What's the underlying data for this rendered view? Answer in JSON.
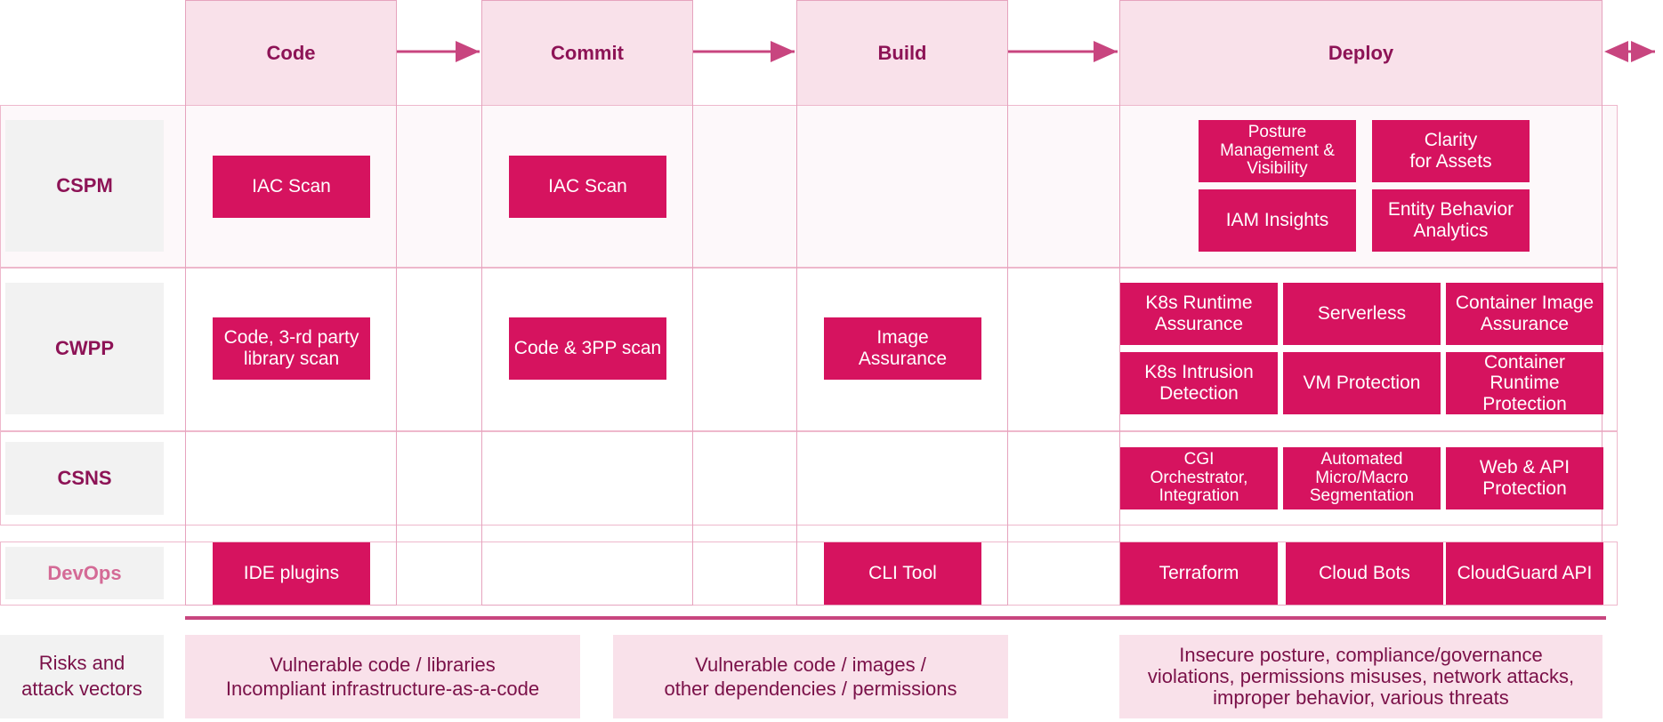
{
  "colors": {
    "accent": "#d6135f",
    "header_bg": "#f9e1ea",
    "label_text": "#8d1356",
    "devops_text": "#d46a96",
    "row_label_bg": "#f2f2f2",
    "divider": "#c8457f"
  },
  "stages": {
    "code": "Code",
    "commit": "Commit",
    "build": "Build",
    "deploy": "Deploy"
  },
  "rows": {
    "cspm": "CSPM",
    "cwpp": "CWPP",
    "csns": "CSNS",
    "devops": "DevOps"
  },
  "cspm": {
    "code_iac": "IAC Scan",
    "commit_iac": "IAC Scan",
    "posture": "Posture\nManagement &\nVisibility",
    "clarity": "Clarity\nfor Assets",
    "iam": "IAM Insights",
    "entity": "Entity Behavior\nAnalytics"
  },
  "cwpp": {
    "code_scan": "Code, 3-rd party\nlibrary scan",
    "commit_scan": "Code & 3PP scan",
    "image_assurance": "Image\nAssurance",
    "k8s_runtime": "K8s  Runtime\nAssurance",
    "serverless": "Serverless",
    "container_image": "Container Image\nAssurance",
    "k8s_intrusion": "K8s  Intrusion\nDetection",
    "vm_protection": "VM Protection",
    "container_runtime": "Container\nRuntime\nProtection"
  },
  "csns": {
    "cgi": "CGI\nOrchestrator,\nIntegration",
    "segmentation": "Automated\nMicro/Macro\nSegmentation",
    "web_api": "Web & API\nProtection"
  },
  "devops": {
    "ide": "IDE plugins",
    "cli": "CLI Tool",
    "terraform": "Terraform",
    "cloud_bots": "Cloud Bots",
    "cloudguard_api": "CloudGuard API"
  },
  "risks": {
    "label": "Risks and\nattack vectors",
    "code_commit": "Vulnerable code / libraries\nIncompliant infrastructure-as-a-code",
    "build": "Vulnerable code / images /\nother dependencies / permissions",
    "deploy": "Insecure posture, compliance/governance\nviolations, permissions misuses, network attacks,\nimproper behavior, various threats"
  }
}
